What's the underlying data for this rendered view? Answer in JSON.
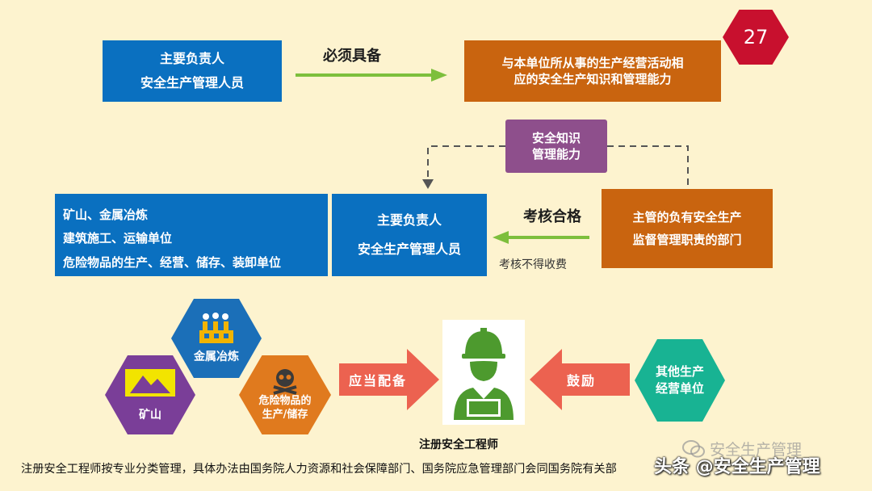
{
  "page_number": "27",
  "top": {
    "left_box": {
      "line1": "主要负责人",
      "line2": "安全生产管理人员"
    },
    "arrow_label": "必须具备",
    "right_box": {
      "line1": "与本单位所从事的生产经营活动相",
      "line2": "应的安全生产知识和管理能力"
    }
  },
  "middle": {
    "knowledge_box": {
      "line1": "安全知识",
      "line2": "管理能力"
    },
    "industries_box": {
      "items": [
        "矿山、金属冶炼",
        "建筑施工、运输单位",
        "危险物品的生产、经营、储存、装卸单位"
      ]
    },
    "center_box": {
      "line1": "主要负责人",
      "line2": "安全生产管理人员"
    },
    "exam_label": "考核合格",
    "exam_note": "考核不得收费",
    "dept_box": {
      "line1": "主管的负有安全生产",
      "line2": "监督管理职责的部门"
    }
  },
  "bottom": {
    "hex_metal": "金属冶炼",
    "hex_mine": "矿山",
    "hex_danger": {
      "line1": "危险物品的",
      "line2": "生产/储存"
    },
    "arrow_left_label": "应当配备",
    "engineer_caption": "注册安全工程师",
    "arrow_right_label": "鼓励",
    "hex_other": {
      "line1": "其他生产",
      "line2": "经营单位"
    }
  },
  "footer_text": "注册安全工程师按专业分类管理，具体办法由国务院人力资源和社会保障部门、国务院应急管理部门会同国务院有关部",
  "watermark": {
    "wechat": "安全生产管理",
    "toutiao": "头条 @安全生产管理"
  },
  "colors": {
    "background": "#fdf3cf",
    "blue": "#0a70c0",
    "orange": "#c9640f",
    "purple": "#8e4f8c",
    "green_arrow": "#7dbf3c",
    "red_arrow": "#ec6250",
    "hex_blue": "#1b6fb8",
    "hex_purple": "#7a3e98",
    "hex_orange": "#e07a1e",
    "hex_teal": "#18b393",
    "page_badge": "#c8102e"
  }
}
